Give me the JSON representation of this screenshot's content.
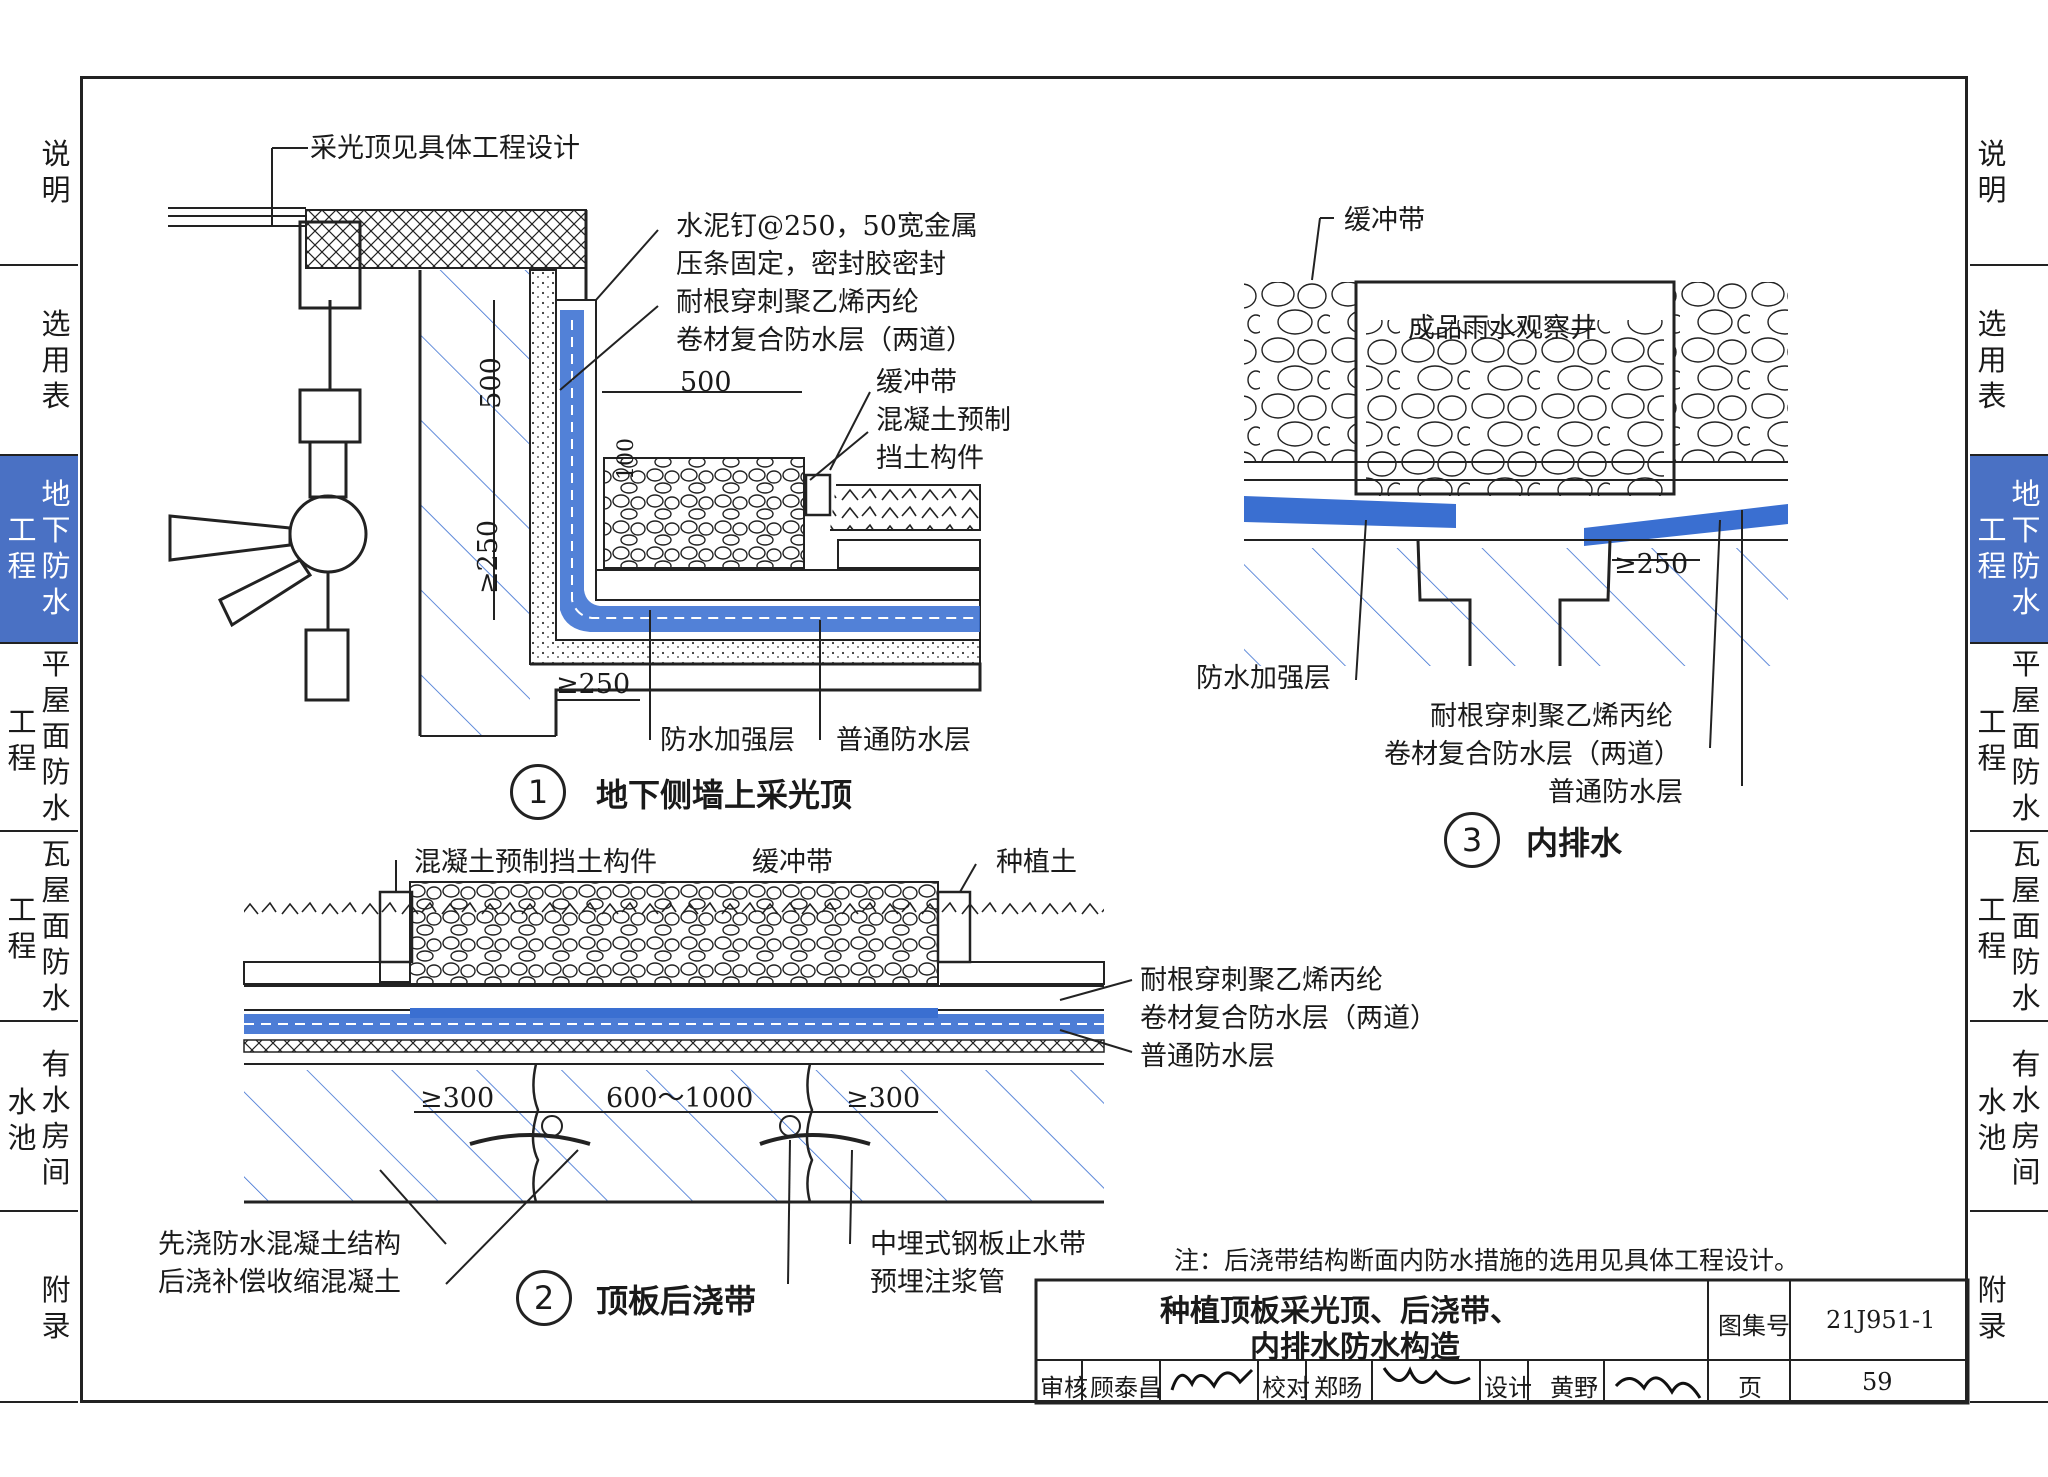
{
  "side_tabs": [
    {
      "key": "shuoming",
      "lines": [
        "说",
        "明"
      ]
    },
    {
      "key": "xuanyong",
      "lines": [
        "选",
        "用",
        "表"
      ]
    },
    {
      "key": "dixia",
      "col1": "工\n程",
      "col2": "地\n下\n防\n水"
    },
    {
      "key": "pingwu",
      "col1": "工\n程",
      "col2": "平\n屋\n面\n防\n水"
    },
    {
      "key": "wawu",
      "col1": "工\n程",
      "col2": "瓦\n屋\n面\n防\n水"
    },
    {
      "key": "youshui",
      "col1": "水\n池",
      "col2": "有\n水\n房\n间"
    },
    {
      "key": "fulu",
      "lines": [
        "附",
        "录"
      ]
    }
  ],
  "detail1": {
    "number": "1",
    "title": "地下侧墙上采光顶",
    "labels": {
      "skylight": "采光顶见具体工程设计",
      "nail_line1": "水泥钉@250，50宽金属",
      "nail_line2": "压条固定，密封胶密封",
      "membrane_line1": "耐根穿刺聚乙烯丙纶",
      "membrane_line2": "卷材复合防水层（两道）",
      "buffer": "缓冲带",
      "precast_line1": "混凝土预制",
      "precast_line2": "挡土构件",
      "reinforce": "防水加强层",
      "normal": "普通防水层"
    },
    "dims": {
      "d500_top": "500",
      "d500_vert": "500",
      "d100": "100",
      "d250_vert": "≥250",
      "d250_horiz": "≥250"
    }
  },
  "detail2": {
    "number": "2",
    "title": "顶板后浇带",
    "labels": {
      "precast": "混凝土预制挡土构件",
      "buffer": "缓冲带",
      "soil": "种植土",
      "membrane_line1": "耐根穿刺聚乙烯丙纶",
      "membrane_line2": "卷材复合防水层（两道）",
      "normal": "普通防水层",
      "first_pour": "先浇防水混凝土结构",
      "post_pour": "后浇补偿收缩混凝土",
      "waterstop": "中埋式钢板止水带",
      "grout": "预埋注浆管"
    },
    "dims": {
      "left": "≥300",
      "mid": "600～1000",
      "right": "≥300"
    }
  },
  "detail3": {
    "number": "3",
    "title": "内排水",
    "labels": {
      "buffer": "缓冲带",
      "well": "成品雨水观察井",
      "reinforce": "防水加强层",
      "membrane_line1": "耐根穿刺聚乙烯丙纶",
      "membrane_line2": "卷材复合防水层（两道）",
      "normal": "普通防水层"
    },
    "dims": {
      "d250": "≥250"
    }
  },
  "note": "注：后浇带结构断面内防水措施的选用见具体工程设计。",
  "title_block": {
    "title_line1": "种植顶板采光顶、后浇带、",
    "title_line2": "内排水防水构造",
    "atlas_label": "图集号",
    "atlas_no": "21J951-1",
    "review_label": "审核",
    "reviewer": "顾泰昌",
    "check_label": "校对",
    "checker": "郑旸",
    "design_label": "设计",
    "designer": "黄野",
    "page_label": "页",
    "page_no": "59"
  },
  "colors": {
    "line": "#222222",
    "blue": "#3a6fd1",
    "tab_active": "#4a71c4",
    "hatch": "#3a6fd1"
  }
}
